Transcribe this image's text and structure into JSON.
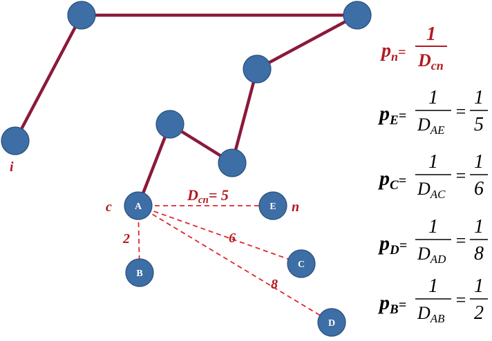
{
  "labels": {
    "i": "i",
    "c": "c",
    "n": "n",
    "dcn_symbol": "D",
    "dcn_sub": "cn",
    "dcn_value": "= 5",
    "dist_ab": "2",
    "dist_ac": "6",
    "dist_ad": "8"
  },
  "nodes": {
    "A": "A",
    "B": "B",
    "C": "C",
    "D": "D",
    "E": "E"
  },
  "formula_main": {
    "p": "p",
    "sub": "n",
    "eq": "=",
    "num": "1",
    "den": "D",
    "den_sub": "cn"
  },
  "equations": [
    {
      "p": "p",
      "sub": "E",
      "eq": "=",
      "num": "1",
      "den": "D",
      "den_sub": "AE",
      "eq2": "=",
      "rnum": "1",
      "rden": "5"
    },
    {
      "p": "p",
      "sub": "C",
      "eq": "=",
      "num": "1",
      "den": "D",
      "den_sub": "AC",
      "eq2": "=",
      "rnum": "1",
      "rden": "6"
    },
    {
      "p": "p",
      "sub": "D",
      "eq": "=",
      "num": "1",
      "den": "D",
      "den_sub": "AD",
      "eq2": "=",
      "rnum": "1",
      "rden": "8"
    },
    {
      "p": "p",
      "sub": "B",
      "eq": "=",
      "num": "1",
      "den": "D",
      "den_sub": "AB",
      "eq2": "=",
      "rnum": "1",
      "rden": "2"
    }
  ],
  "colors": {
    "node_fill": "#3d6ea6",
    "path": "#8b1a3a",
    "dashed": "#e0242a",
    "label_red": "#b01a22"
  }
}
